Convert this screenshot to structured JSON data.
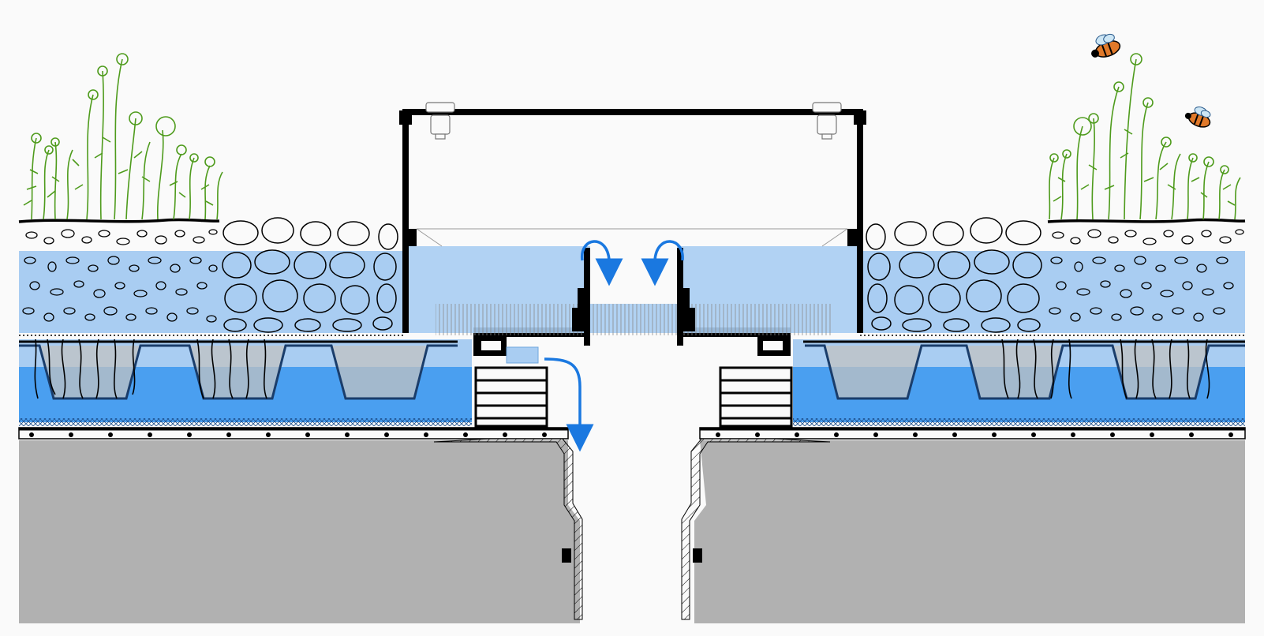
{
  "diagram": {
    "title": "",
    "caption": "",
    "description_labels": [],
    "colors": {
      "background": "#fafafa",
      "water_light": "#a9cdf2",
      "water_mid": "#6fb0ee",
      "water_deep": "#2e86e8",
      "concrete": "#b1b1b1",
      "board": "#c2c2c2",
      "plant": "#4e9b1c",
      "outline": "#000000",
      "arrow": "#1a78e0",
      "bee_body": "#e0792a"
    },
    "icons": {
      "flow": "flow-arrow-icon",
      "bee": "bee-icon",
      "plant": "plant-icon"
    },
    "layers": [
      "vegetation",
      "substrate",
      "gravel",
      "drainage-board",
      "protection-fleece",
      "membrane",
      "concrete-slab"
    ]
  }
}
